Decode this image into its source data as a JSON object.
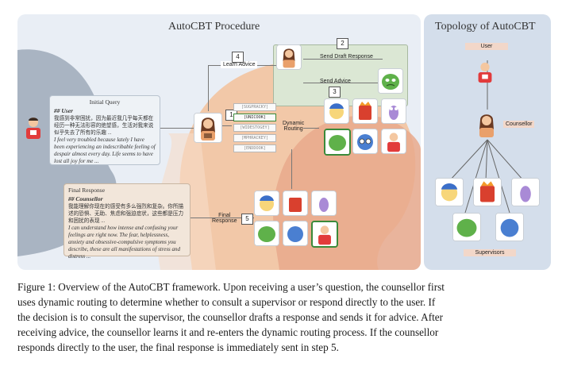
{
  "figure": {
    "left_title": "AutoCBT Procedure",
    "right_title": "Topology of AutoCBT",
    "initial_query": {
      "caption": "Initial Query",
      "role": "## User",
      "zh": "我感到非常困扰，因为最近我几乎每天都在经历一种无法形容的绝望感，生活对我来说似乎失去了所有的乐趣 ...",
      "en": "I feel very troubled because lately I have been experiencing an indescribable feeling of despair almost every day. Life seems to have lost all joy for me ..."
    },
    "final_response": {
      "caption": "Final Response",
      "role": "## Counsellor",
      "zh": "我能理解你现在的感受有多么强烈和复杂。你所描述的恐惧、无助、焦虑和强迫症状，这些都是压力和困扰的表现 ...",
      "en": "I can understand how intense and confusing your feelings are right now. The fear, helplessness, anxiety and obsessive-compulsive symptoms you describe, these are all manifestations of stress and distress ..."
    },
    "labels": {
      "learn_advice": "Learn Advice",
      "send_draft": "Send Draft Response",
      "send_advice": "Send Advice",
      "dynamic_routing": "Dynamic\nRouting",
      "final_response": "Final\nResponse"
    },
    "steps": [
      "1",
      "2",
      "3",
      "4",
      "5"
    ],
    "candidates": [
      "[SUGPRACKY]",
      "[UNICOOK]",
      "[WIDESTOGEY]",
      "[MPHRACKEY]",
      "[ENDDOOK]"
    ],
    "topology": {
      "user_label": "User",
      "counsellor_label": "Counsellor",
      "supervisors_label": "Supervisors"
    },
    "colors": {
      "panel_left": "#e9eef5",
      "panel_right": "#d4deeb",
      "head_gray": "#a9b4c2",
      "head_peach": "#f2c8a8",
      "head_orange": "#e9a98c",
      "advice_box": "#dbe7d4",
      "label_tag": "#f2d7c9"
    }
  },
  "caption_lines": [
    "Figure 1: Overview of the AutoCBT framework. Upon receiving a user’s question, the counsellor first",
    "uses dynamic routing to determine whether to consult a supervisor or respond directly to the user. If",
    "the decision is to consult the supervisor, the counsellor drafts a response and sends it for advice. After",
    "receiving advice, the counsellor learns it and re-enters the dynamic routing process. If the counsellor",
    "responds directly to the user, the final response is immediately sent in step 5."
  ]
}
